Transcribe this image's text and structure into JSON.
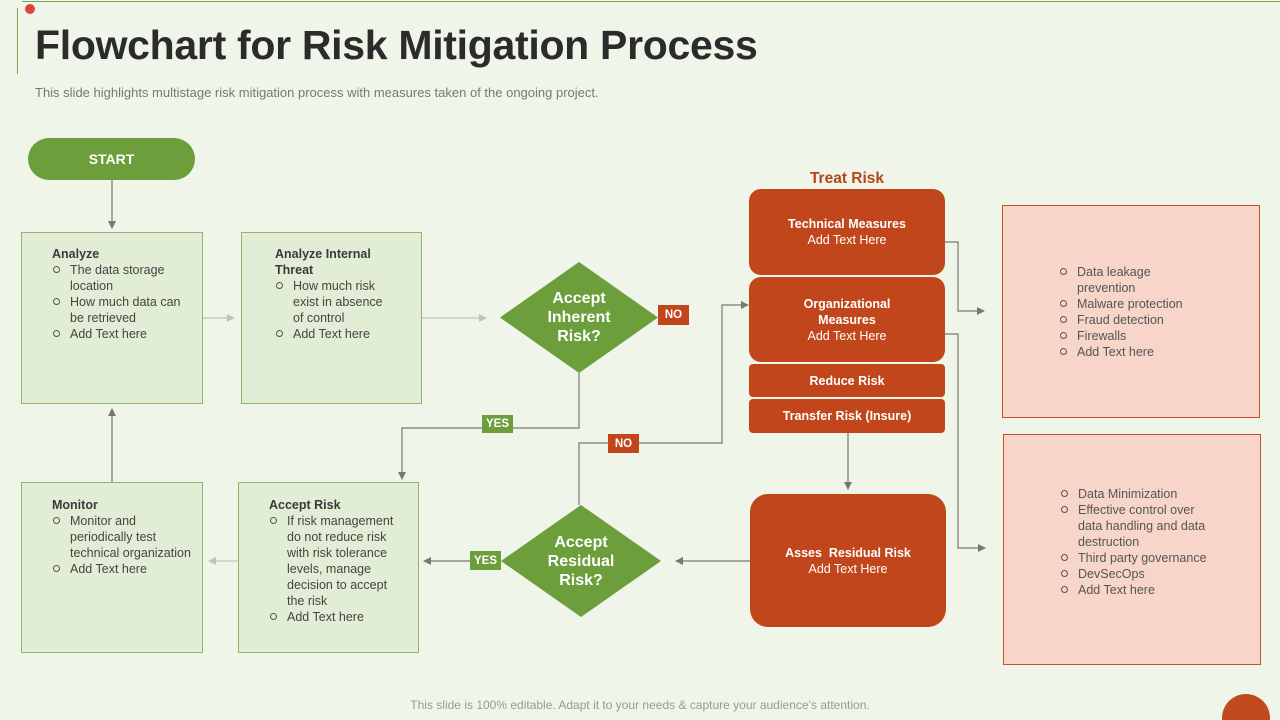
{
  "header": {
    "title": "Flowchart for Risk Mitigation Process",
    "subtitle": "This slide highlights multistage risk mitigation process with measures taken of the ongoing project."
  },
  "footer": {
    "text": "This slide is 100% editable. Adapt it to your needs & capture your audience’s attention."
  },
  "colors": {
    "green": "#6c9e3c",
    "orange": "#c2461b",
    "light_green": "#e2edd5",
    "pink": "#f7d5c9"
  },
  "start": {
    "label": "START"
  },
  "analyze": {
    "title": "Analyze",
    "items": [
      "The data storage location",
      "How much data can be retrieved",
      "Add Text here"
    ]
  },
  "analyze_threat": {
    "title": "Analyze Internal Threat",
    "items": [
      "How much risk exist in absence of control",
      "Add Text here"
    ]
  },
  "accept_inherent": {
    "label": "Accept Inherent Risk?"
  },
  "accept_residual": {
    "label": "Accept Residual Risk?"
  },
  "monitor": {
    "title": "Monitor",
    "items": [
      "Monitor and periodically test technical organization",
      "Add Text here"
    ]
  },
  "accept_risk": {
    "title": "Accept Risk",
    "items": [
      "If risk management do not reduce risk with risk tolerance levels, manage decision to accept the risk",
      "Add Text here"
    ]
  },
  "tags": {
    "no": "NO",
    "yes": "YES"
  },
  "treat": {
    "label": "Treat Risk",
    "technical": {
      "title": "Technical Measures",
      "text": "Add Text Here"
    },
    "organizational": {
      "title": "Organizational Measures",
      "text": "Add Text Here"
    },
    "reduce": "Reduce Risk",
    "transfer": "Transfer Risk (Insure)"
  },
  "residual": {
    "title": "Asses  Residual Risk",
    "text": "Add Text Here"
  },
  "technical_list": [
    "Data leakage prevention",
    "Malware protection",
    "Fraud detection",
    "Firewalls",
    "Add Text here"
  ],
  "organizational_list": [
    "Data Minimization",
    "Effective control over data handling and data destruction",
    "Third party governance",
    "DevSecOps",
    "Add Text here"
  ]
}
